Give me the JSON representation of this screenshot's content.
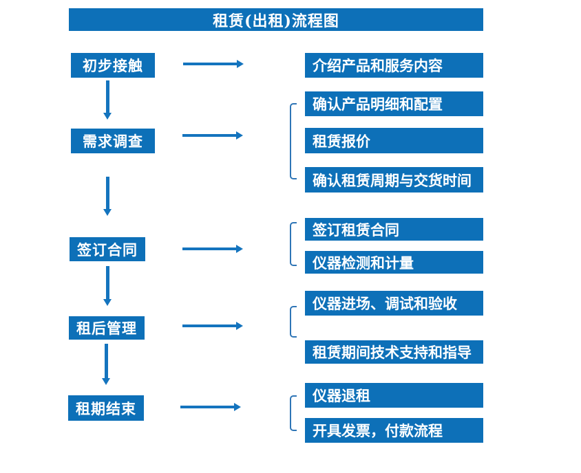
{
  "title": "租赁(出租)流程图",
  "colors": {
    "box_fill": "#0d70b8",
    "arrow_fill": "#1474be",
    "bracket_stroke": "#2e75b6",
    "text": "#ffffff",
    "background": "#ffffff"
  },
  "stages": [
    {
      "label": "初步接触",
      "outputs": [
        "介绍产品和服务内容"
      ]
    },
    {
      "label": "需求调查",
      "outputs": [
        "确认产品明细和配置",
        "租赁报价",
        "确认租赁周期与交货时间"
      ]
    },
    {
      "label": "签订合同",
      "outputs": [
        "签订租赁合同",
        "仪器检测和计量"
      ]
    },
    {
      "label": "租后管理",
      "outputs": [
        "仪器进场、调试和验收",
        "租赁期间技术支持和指导"
      ]
    },
    {
      "label": "租期结束",
      "outputs": [
        "仪器退租",
        "开具发票，付款流程"
      ]
    }
  ],
  "icons": {
    "down_arrow": "down-arrow connecting sequential stages",
    "right_arrow": "right-arrow linking stage to its outputs",
    "bracket": "left square bracket grouping outputs"
  }
}
